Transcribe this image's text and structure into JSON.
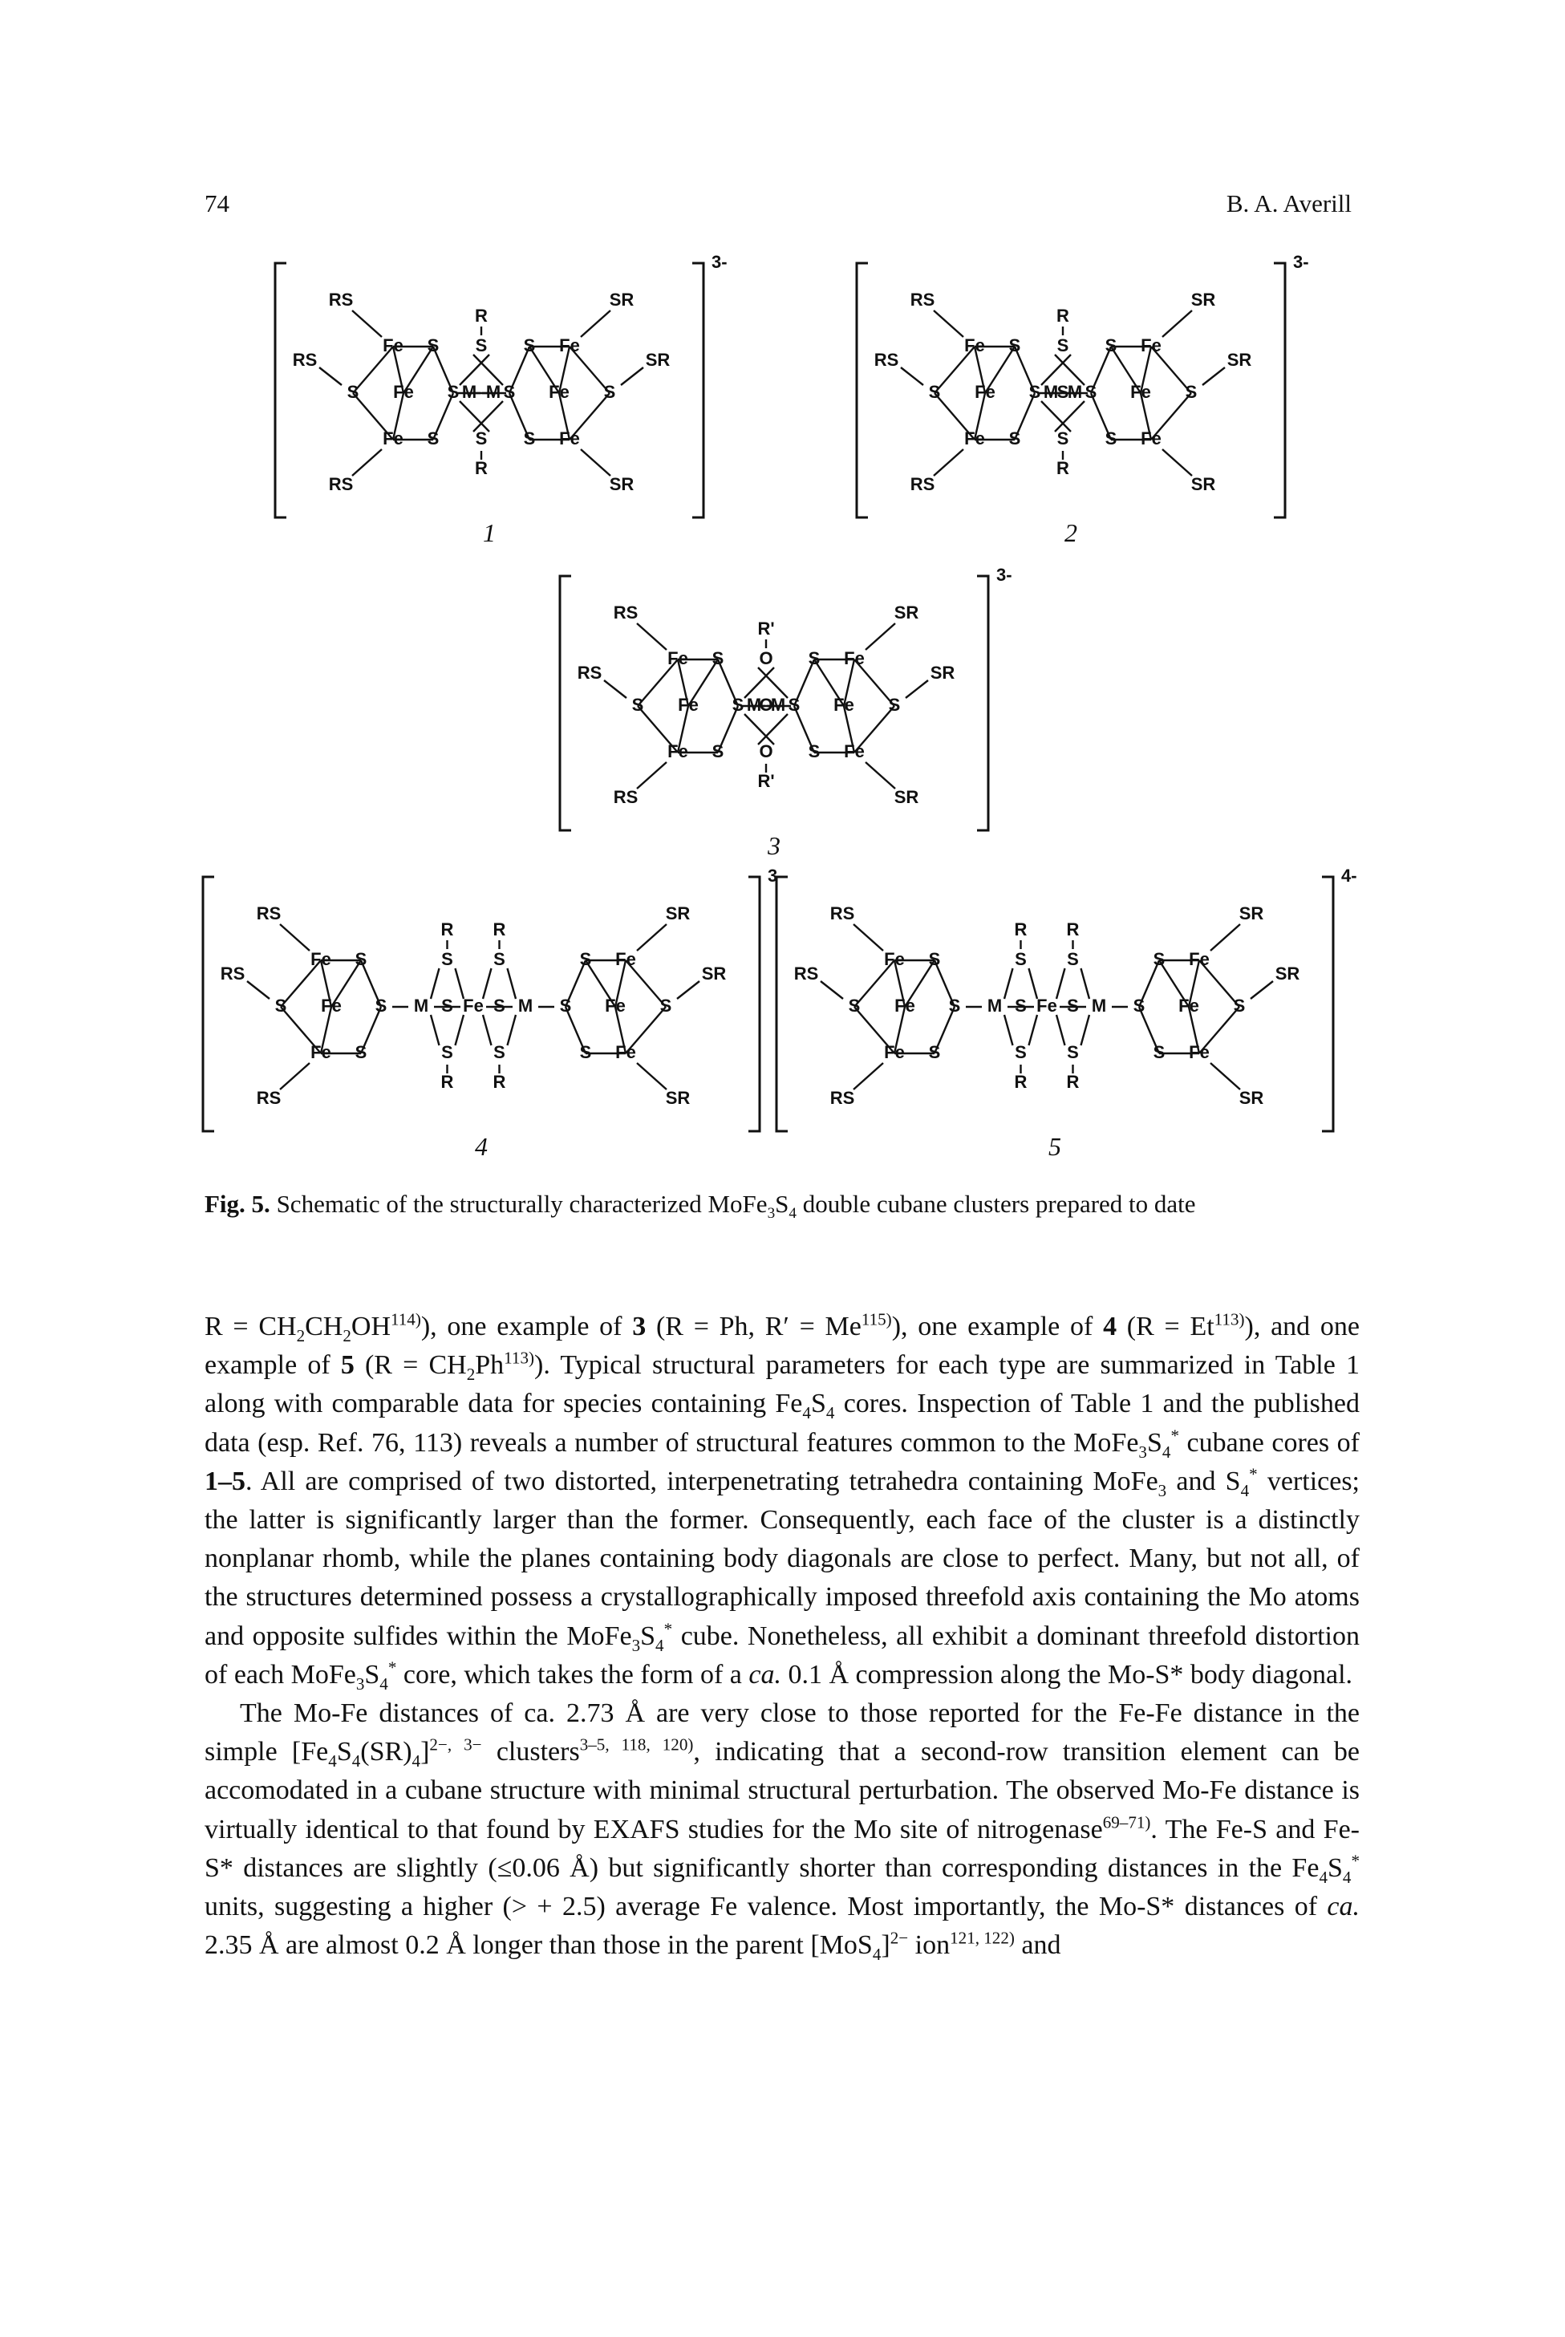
{
  "header": {
    "page_number": "74",
    "running_author": "B. A. Averill"
  },
  "clusters": [
    {
      "number": "1",
      "charge": "3-"
    },
    {
      "number": "2",
      "charge": "3-"
    },
    {
      "number": "3",
      "charge": "3-"
    },
    {
      "number": "4",
      "charge": "3-"
    },
    {
      "number": "5",
      "charge": "4-"
    }
  ],
  "atoms": {
    "rs": "RS",
    "sr": "SR",
    "fe": "Fe",
    "s": "S",
    "m": "M",
    "r": "R",
    "o": "O",
    "r_prime": "R'"
  },
  "caption": {
    "label": "Fig. 5.",
    "text_1": "Schematic of the structurally characterized MoFe",
    "sub_1": "3",
    "text_2": "S",
    "sub_2": "4",
    "text_3": " double cubane clusters prepared to date"
  },
  "body": {
    "paragraph_1": [
      {
        "t": "R = CH"
      },
      {
        "sub": "2"
      },
      {
        "t": "CH"
      },
      {
        "sub": "2"
      },
      {
        "t": "OH"
      },
      {
        "sup": "114)"
      },
      {
        "t": "), one example of "
      },
      {
        "b": "3"
      },
      {
        "t": " (R = Ph, R′ = Me"
      },
      {
        "sup": "115)"
      },
      {
        "t": "), one example of "
      },
      {
        "b": "4"
      },
      {
        "t": " (R = Et"
      },
      {
        "sup": "113)"
      },
      {
        "t": "), and one example of "
      },
      {
        "b": "5"
      },
      {
        "t": " (R = CH"
      },
      {
        "sub": "2"
      },
      {
        "t": "Ph"
      },
      {
        "sup": "113)"
      },
      {
        "t": "). Typical structural parameters for each type are summarized in Table 1 along with comparable data for species containing Fe"
      },
      {
        "sub": "4"
      },
      {
        "t": "S"
      },
      {
        "sub": "4"
      },
      {
        "t": " cores. Inspection of Table 1 and the published data (esp. Ref. 76, 113) reveals a number of structural features common to the MoFe"
      },
      {
        "sub": "3"
      },
      {
        "t": "S"
      },
      {
        "sub": "4"
      },
      {
        "sup": "*"
      },
      {
        "t": " cubane cores of "
      },
      {
        "b": "1–5"
      },
      {
        "t": ". All are comprised of two distorted, interpenetrating tetrahedra containing MoFe"
      },
      {
        "sub": "3"
      },
      {
        "t": " and S"
      },
      {
        "sub": "4"
      },
      {
        "sup": "*"
      },
      {
        "t": " vertices; the latter is significantly larger than the former. Consequently, each face of the cluster is a distinctly nonplanar rhomb, while the planes containing body diagonals are close to perfect. Many, but not all, of the structures determined possess a crystallographically imposed threefold axis containing the Mo atoms and opposite sulfides within the MoFe"
      },
      {
        "sub": "3"
      },
      {
        "t": "S"
      },
      {
        "sub": "4"
      },
      {
        "sup": "*"
      },
      {
        "t": " cube. Nonetheless, all exhibit a dominant threefold distortion of each MoFe"
      },
      {
        "sub": "3"
      },
      {
        "t": "S"
      },
      {
        "sub": "4"
      },
      {
        "sup": "*"
      },
      {
        "t": " core, which takes the form of a "
      },
      {
        "i": "ca."
      },
      {
        "t": " 0.1 Å compression along the Mo-S* body diagonal."
      }
    ],
    "paragraph_2": [
      {
        "t": "The Mo-Fe distances of ca. 2.73 Å are very close to those reported for the Fe-Fe distance in the simple [Fe"
      },
      {
        "sub": "4"
      },
      {
        "t": "S"
      },
      {
        "sub": "4"
      },
      {
        "t": "(SR)"
      },
      {
        "sub": "4"
      },
      {
        "t": "]"
      },
      {
        "sup": "2−, 3−"
      },
      {
        "t": " clusters"
      },
      {
        "sup": "3–5, 118, 120)"
      },
      {
        "t": ", indicating that a second-row transition element can be accomodated in a cubane structure with minimal structural perturbation. The observed Mo-Fe distance is virtually identical to that found by EXAFS studies for the Mo site of nitrogenase"
      },
      {
        "sup": "69–71)"
      },
      {
        "t": ". The Fe-S and Fe-S* distances are slightly (≤0.06 Å) but significantly shorter than corresponding distances in the Fe"
      },
      {
        "sub": "4"
      },
      {
        "t": "S"
      },
      {
        "sub": "4"
      },
      {
        "sup": "*"
      },
      {
        "t": " units, suggesting a higher (> + 2.5) average Fe valence. Most importantly, the Mo-S* distances of "
      },
      {
        "i": "ca."
      },
      {
        "t": " 2.35 Å are almost 0.2 Å longer than those in the parent [MoS"
      },
      {
        "sub": "4"
      },
      {
        "t": "]"
      },
      {
        "sup": "2−"
      },
      {
        "t": " ion"
      },
      {
        "sup": "121, 122)"
      },
      {
        "t": " and"
      }
    ]
  }
}
